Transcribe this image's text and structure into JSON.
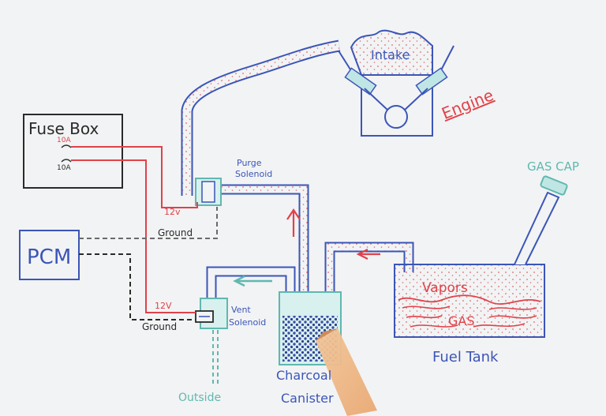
{
  "labels": {
    "fuse_box": "Fuse Box",
    "fuse1": "10A",
    "fuse2": "10A",
    "pcm": "PCM",
    "engine": "Engine",
    "intake": "Intake",
    "purge_solenoid_line1": "Purge",
    "purge_solenoid_line2": "Solenoid",
    "vent_solenoid_line1": "Vent",
    "vent_solenoid_line2": "Solenoid",
    "voltage_top": "12v",
    "voltage_bottom": "12V",
    "ground_top": "Ground",
    "ground_bottom": "Ground",
    "gas_cap": "GAS CAP",
    "vapors": "Vapors",
    "gas": "GAS",
    "fuel_tank": "Fuel Tank",
    "charcoal_line1": "Charcoal",
    "charcoal_line2": "Canister",
    "outside": "Outside"
  },
  "colors": {
    "ink_blue": "#3b55b8",
    "ink_red": "#e0424a",
    "ink_black": "#2a2a2a",
    "ink_teal": "#5fb8b0",
    "ink_gray": "#6a6a6a",
    "dots_red": "#d96a6a"
  }
}
